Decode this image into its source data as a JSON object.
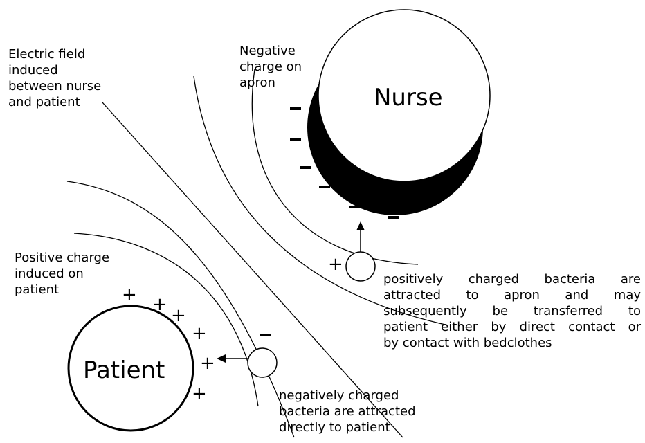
{
  "labels": {
    "field": "Electric field\ninduced\nbetween nurse\nand patient",
    "negative_charge": "Negative\ncharge on\napron",
    "positive_charge": "Positive charge\ninduced on\npatient",
    "nurse": "Nurse",
    "patient": "Patient",
    "positive_bacteria": [
      "positively charged bacteria are",
      "attracted to apron and may",
      "subsequently be transferred to",
      "patient either by direct contact or",
      "by contact with bedclothes"
    ],
    "negative_bacteria": [
      "negatively charged",
      "bacteria are attracted",
      "directly to patient"
    ]
  },
  "signs": {
    "plus": "+"
  }
}
